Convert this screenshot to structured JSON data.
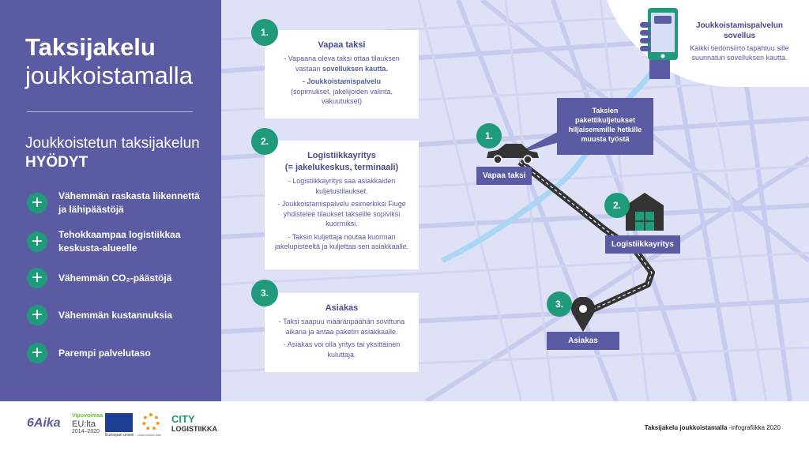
{
  "sidebar": {
    "title_line1": "Taksijakelu",
    "title_line2": "joukkoistamalla",
    "subtitle_line1": "Joukkoistetun taksijakelun",
    "subtitle_line2": "HYÖDYT",
    "benefits": [
      {
        "line1": "Vähemmän raskasta liikennettä",
        "line2": "ja lähipäästöjä"
      },
      {
        "line1": "Tehokkaampaa logistiikkaa",
        "line2": "keskusta-alueelle"
      },
      {
        "line1": "Vähemmän CO₂-päästöjä",
        "line2": ""
      },
      {
        "line1": "Vähemmän kustannuksia",
        "line2": ""
      },
      {
        "line1": "Parempi palvelutaso",
        "line2": ""
      }
    ]
  },
  "steps": [
    {
      "num": "1.",
      "title": "Vapaa taksi",
      "p1a": "- Vapaana oleva taksi ottaa tilauksen vastaan ",
      "p1b": "sovelluksen kautta.",
      "p2a": "- Joukkoistamispalvelu",
      "p2b": "(sopimukset, jakelijoiden valinta, vakuutukset)"
    },
    {
      "num": "2.",
      "title": "Logistiikkayritys",
      "title2": "(= jakelukeskus, terminaali)",
      "p1": "- Logistiikkayritys saa asiakkaiden kuljetustilaukset.",
      "p2": "- Joukkoistamispalvelu esimerkiksi Fiuge yhdistelee tilaukset takseille sopiviksi kuormiksi.",
      "p3": "- Taksin kuljettaja noutaa kuorman jakelupisteeltä ja kuljettaa sen asiakkaalle."
    },
    {
      "num": "3.",
      "title": "Asiakas",
      "p1": "-  Taksi saapuu määränpäähän sovittuna aikana ja antaa paketin asiakkaalle.",
      "p2": "- Asiakas voi olla yritys tai yksittäinen kuluttaja."
    }
  ],
  "map": {
    "taxi_label": "Vapaa taksi",
    "logistics_label": "Logistiikkayritys",
    "customer_label": "Asiakas",
    "bubble": "Taksien pakettikuljetukset hiljaisemmille hetkille muusta työstä",
    "n1": "1.",
    "n2": "2.",
    "n3": "3."
  },
  "app": {
    "title": "Joukkoistamispalvelun sovellus",
    "text": "Kaikki tiedonsiirto tapahtuu sille suunnatun sovelluksen kautta."
  },
  "footer": {
    "bold": "Taksijakelu joukkoistamalla",
    "rest": " -infografiikka 2020",
    "logos": {
      "aika": "6Aika",
      "eu1": "Vipuvoimaa",
      "eu2": "EU:lta",
      "eu3": "2014–2020",
      "eu_union": "Euroopan unioni",
      "uusimaa": "Uudenmaan liitto",
      "city1": "CITY",
      "city2": "LOGISTIIKKA"
    }
  }
}
